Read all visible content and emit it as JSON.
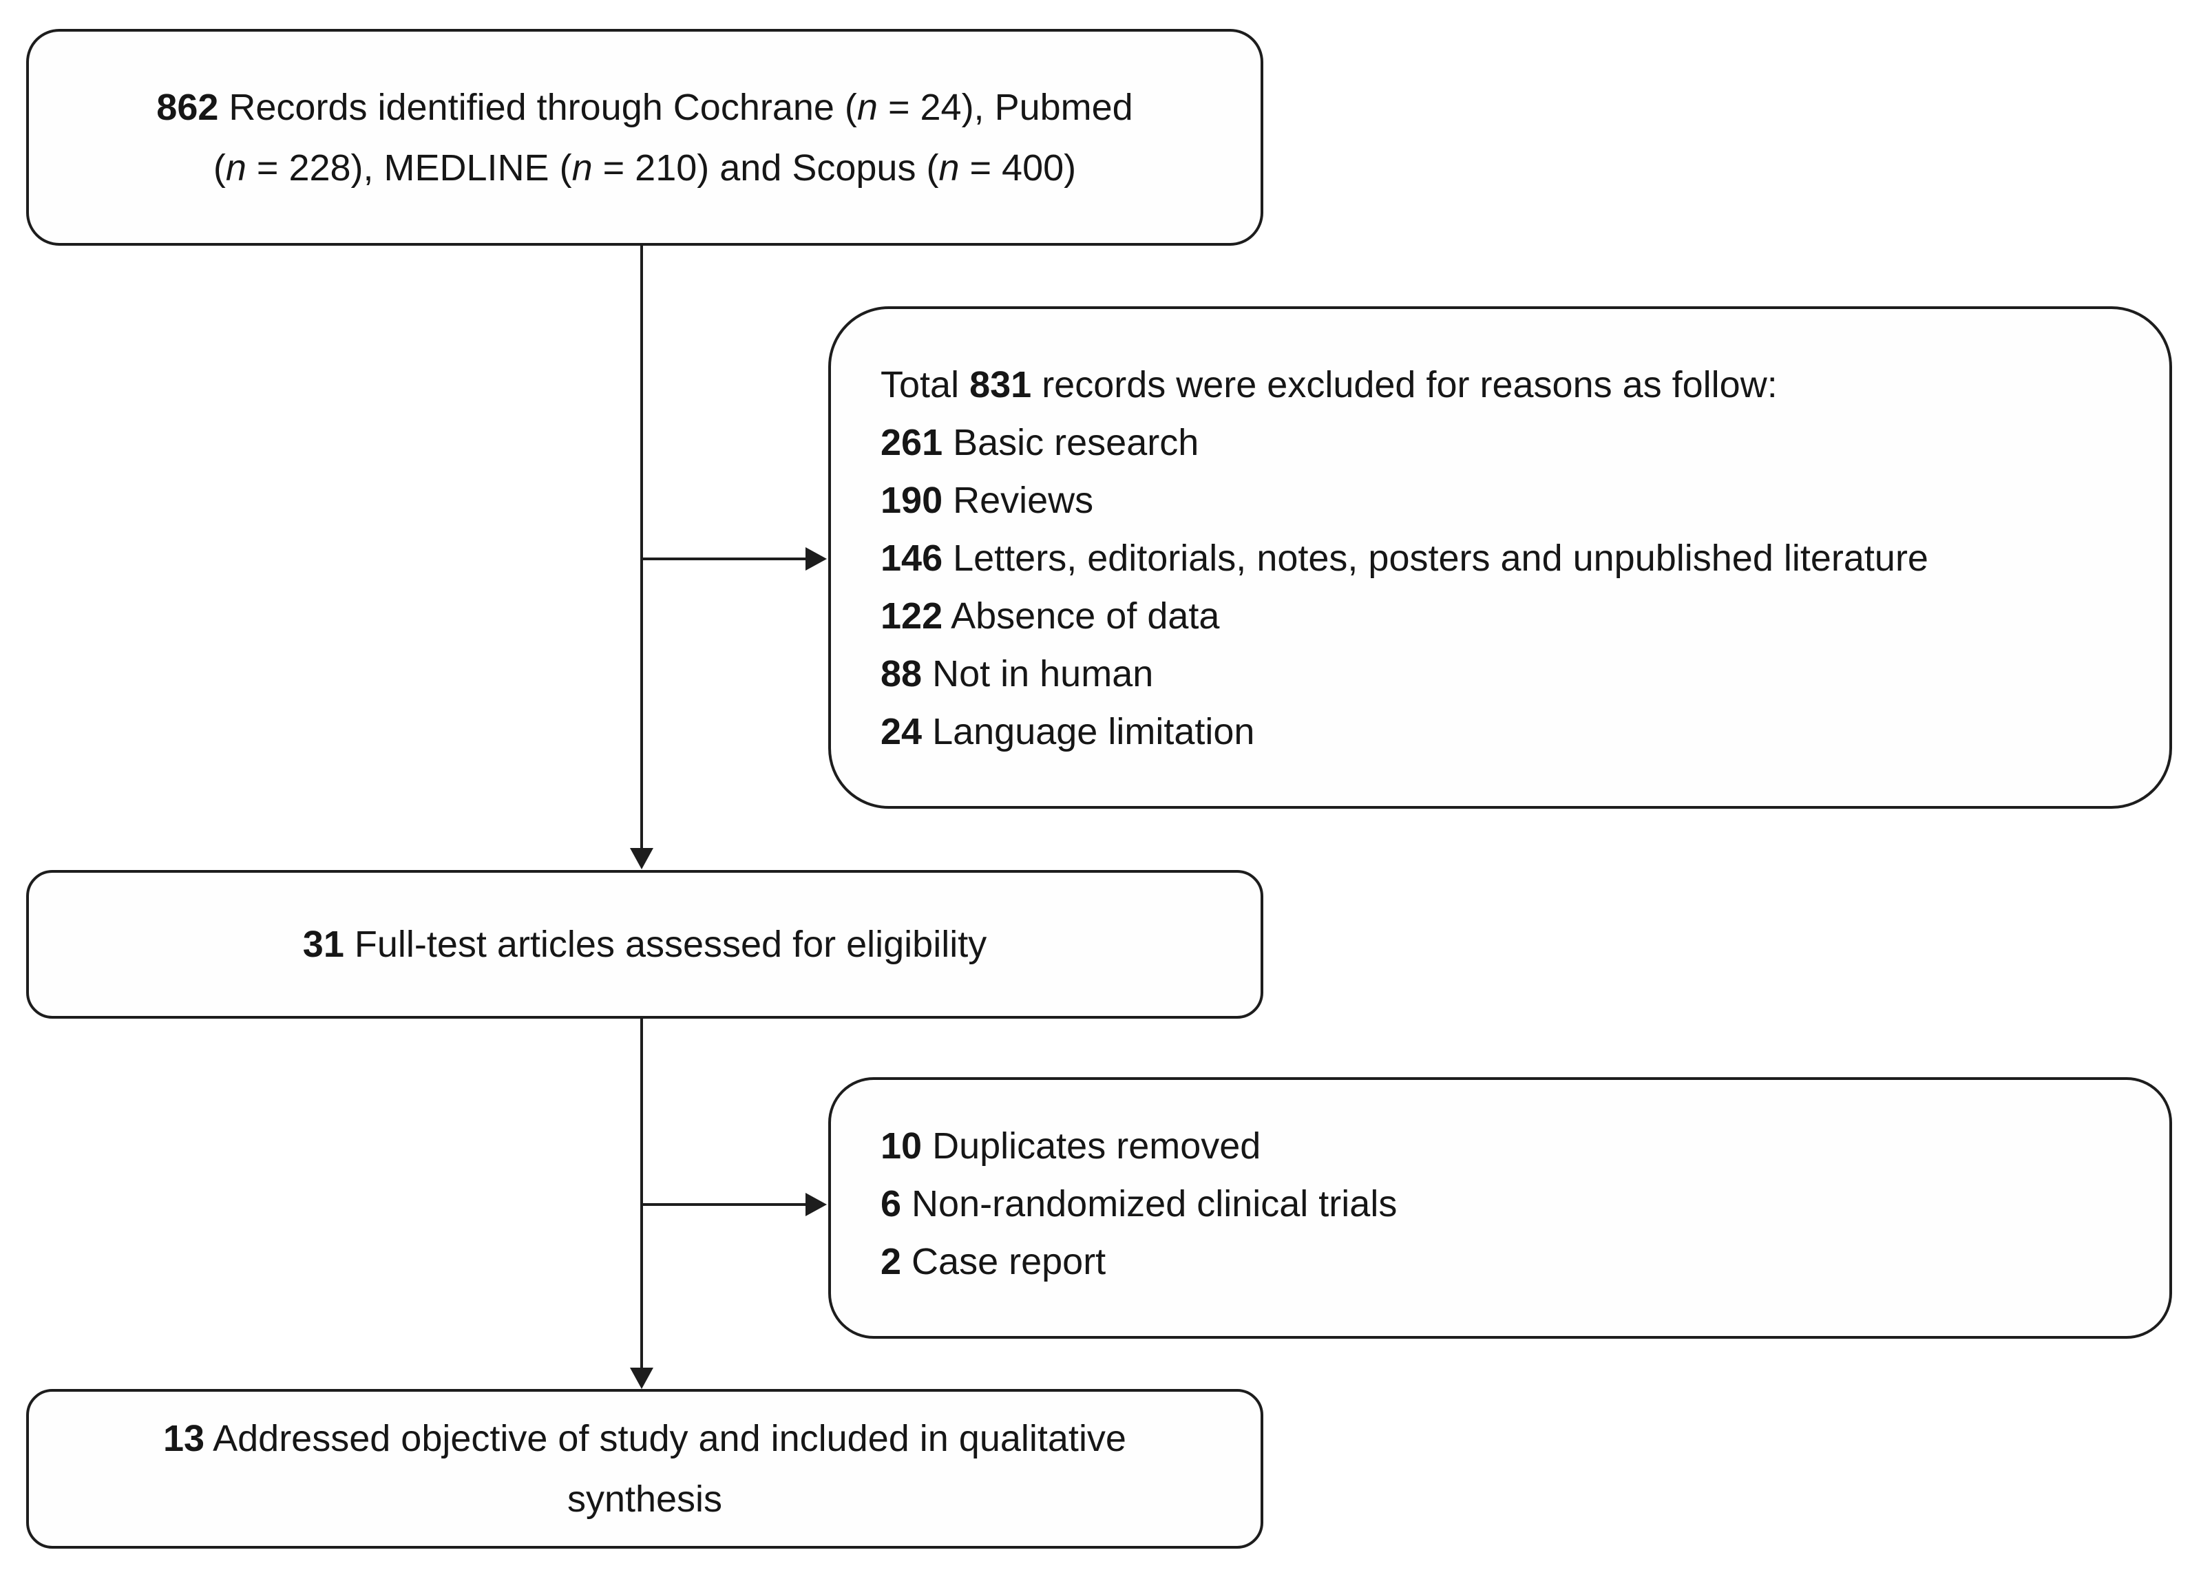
{
  "page": {
    "background_color": "#ffffff",
    "ink_color": "#1d1d1d",
    "description": "PRISMA-style study selection flow diagram"
  },
  "boxes": {
    "records_identified": {
      "lines": [
        [
          {
            "t": "862",
            "b": true
          },
          {
            "t": " Records identified through Cochrane ("
          },
          {
            "t": "n",
            "i": true
          },
          {
            "t": " = 24), Pubmed"
          }
        ],
        [
          {
            "t": "("
          },
          {
            "t": "n",
            "i": true
          },
          {
            "t": " = 228), MEDLINE ("
          },
          {
            "t": "n",
            "i": true
          },
          {
            "t": " = 210) and Scopus ("
          },
          {
            "t": "n",
            "i": true
          },
          {
            "t": " = 400)"
          }
        ]
      ]
    },
    "records_excluded": {
      "lines": [
        [
          {
            "t": "Total "
          },
          {
            "t": "831",
            "b": true
          },
          {
            "t": " records were excluded for reasons as follow:"
          }
        ],
        [
          {
            "t": "261",
            "b": true
          },
          {
            "t": " Basic research"
          }
        ],
        [
          {
            "t": "190",
            "b": true
          },
          {
            "t": " Reviews"
          }
        ],
        [
          {
            "t": "146",
            "b": true
          },
          {
            "t": " Letters, editorials, notes, posters and unpublished literature"
          }
        ],
        [
          {
            "t": "122",
            "b": true
          },
          {
            "t": " Absence of data"
          }
        ],
        [
          {
            "t": "88",
            "b": true
          },
          {
            "t": " Not in human"
          }
        ],
        [
          {
            "t": "24",
            "b": true
          },
          {
            "t": " Language limitation"
          }
        ]
      ]
    },
    "fulltext_assessed": {
      "lines": [
        [
          {
            "t": "31",
            "b": true
          },
          {
            "t": " Full-test articles assessed for eligibility"
          }
        ]
      ]
    },
    "fulltext_excluded": {
      "lines": [
        [
          {
            "t": "10",
            "b": true
          },
          {
            "t": " Duplicates removed"
          }
        ],
        [
          {
            "t": "6",
            "b": true
          },
          {
            "t": " Non-randomized clinical trials"
          }
        ],
        [
          {
            "t": "2",
            "b": true
          },
          {
            "t": " Case report"
          }
        ]
      ]
    },
    "included_qualitative": {
      "lines": [
        [
          {
            "t": "13",
            "b": true
          },
          {
            "t": " Addressed objective of study and included in qualitative"
          }
        ],
        [
          {
            "t": "synthesis"
          }
        ]
      ]
    }
  },
  "connectors": [
    {
      "from": "records-identified-box",
      "to": "fulltext-assessed-box",
      "type": "arrow-down"
    },
    {
      "from": "records-identified-box",
      "to": "records-excluded-box",
      "type": "arrow-right"
    },
    {
      "from": "fulltext-assessed-box",
      "to": "included-qualitative-box",
      "type": "arrow-down"
    },
    {
      "from": "fulltext-assessed-box",
      "to": "fulltext-excluded-box",
      "type": "arrow-right"
    }
  ]
}
